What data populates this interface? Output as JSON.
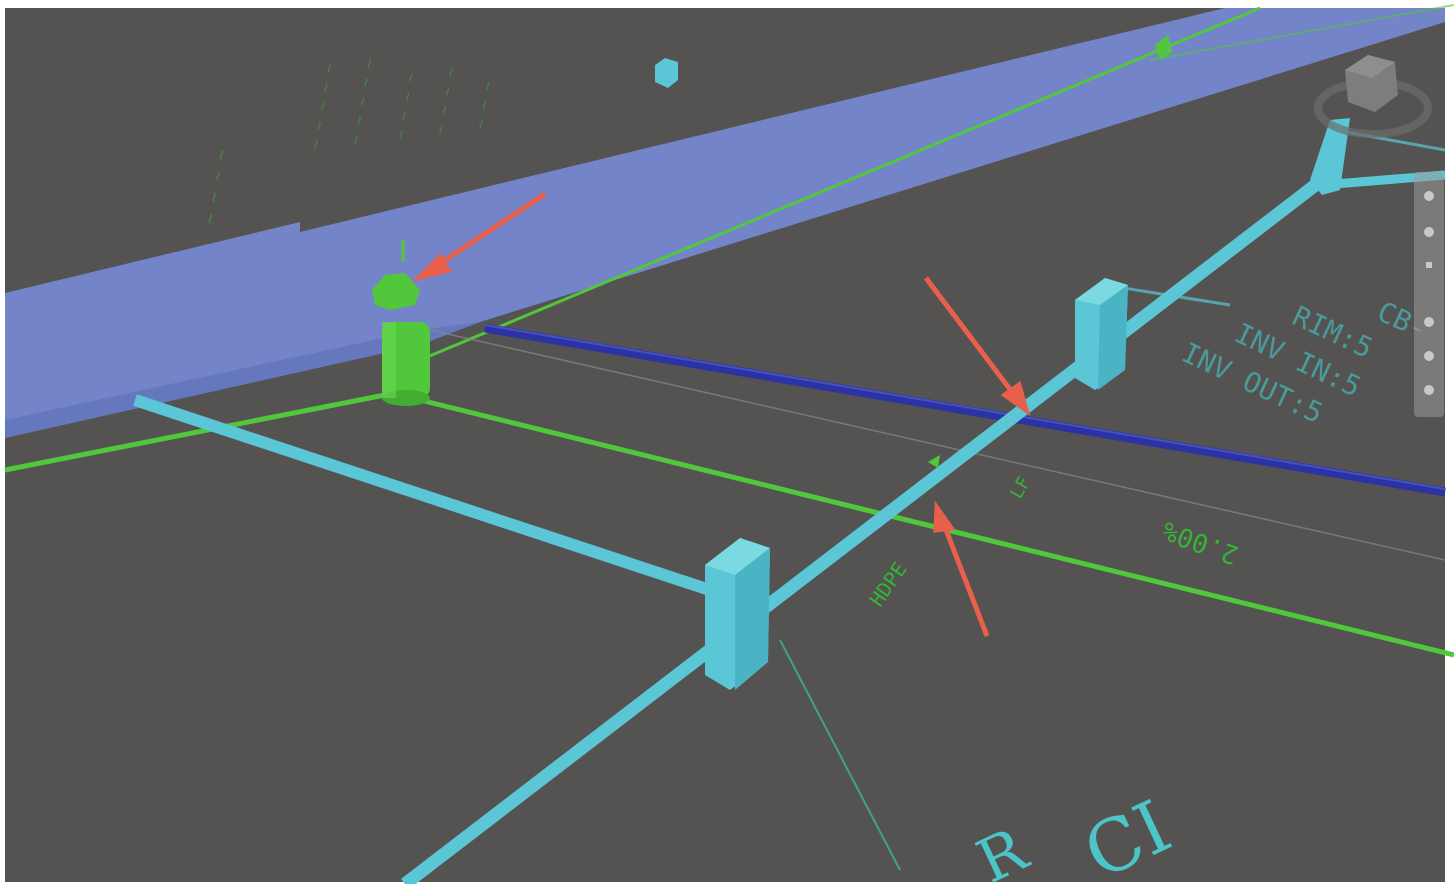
{
  "colors": {
    "background": "#545351",
    "frame": "#ffffff",
    "road_surface": "#7384c8",
    "pipe_cyan": "#5ac6d6",
    "pipe_green": "#51c73c",
    "pipe_blue": "#2b33a4",
    "arrow_red": "#e8604c",
    "label_green": "#35b535",
    "label_cyan": "#4cc5c8",
    "nav_cube": "#8f8f8f",
    "nav_toolbar": "#9a9a9a"
  },
  "icons": {
    "nav_cube": "view-cube-icon",
    "toolbar": [
      "orbit-icon",
      "pan-icon",
      "zoom-icon",
      "walk-icon",
      "look-icon",
      "extents-icon"
    ]
  },
  "annotation": {
    "line1": "CB-",
    "line2": "RIM:5",
    "line3": "INV IN:5",
    "line4": "INV OUT:5"
  },
  "cyan_label": {
    "line1": "CI",
    "line2": "R"
  },
  "pipe_labels": {
    "slope_1": "2.00%",
    "slope_2": "HDPE",
    "length": "LF"
  }
}
